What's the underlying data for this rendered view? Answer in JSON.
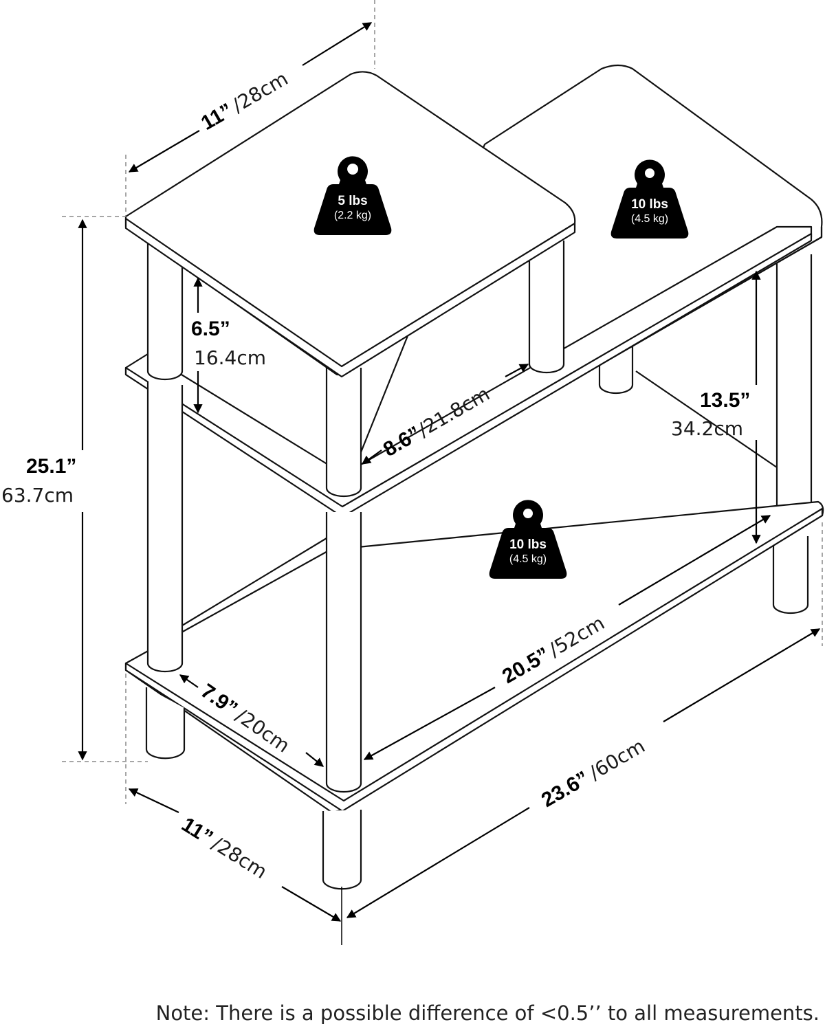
{
  "dimensions": {
    "top_width": {
      "imperial": "11”",
      "metric": "/28cm"
    },
    "total_height": {
      "imperial": "25.1”",
      "metric": "63.7cm"
    },
    "top_clearance": {
      "imperial": "6.5”",
      "metric": "16.4cm"
    },
    "upper_shelf_width": {
      "imperial": "8.6”",
      "metric": "/21.8cm"
    },
    "right_clearance": {
      "imperial": "13.5”",
      "metric": "34.2cm"
    },
    "bottom_shelf_length": {
      "imperial": "20.5”",
      "metric": "/52cm"
    },
    "bottom_shelf_depth": {
      "imperial": "7.9”",
      "metric": "/20cm"
    },
    "overall_length": {
      "imperial": "23.6”",
      "metric": "/60cm"
    },
    "overall_depth": {
      "imperial": "11”",
      "metric": "/28cm"
    }
  },
  "weights": {
    "top_left": {
      "main": "5 lbs",
      "sub": "(2.2 kg)"
    },
    "top_right": {
      "main": "10 lbs",
      "sub": "(4.5 kg)"
    },
    "bottom": {
      "main": "10 lbs",
      "sub": "(4.5 kg)"
    }
  },
  "note": "Note: There is a possible difference of <0.5’’ to all measurements.",
  "colors": {
    "line": "#111111",
    "fill": "#ffffff",
    "badge": "#000000"
  },
  "icons": [
    "weight-icon",
    "arrow-icon"
  ]
}
